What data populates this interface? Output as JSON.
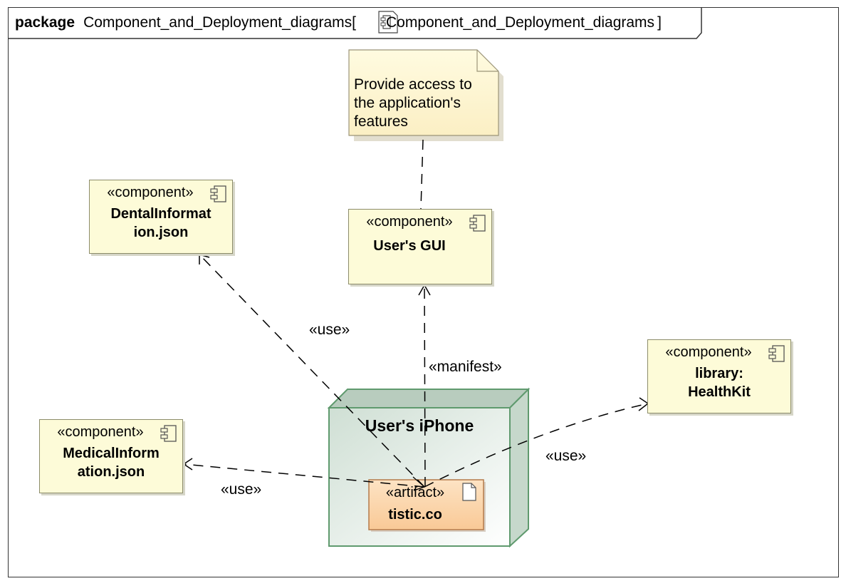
{
  "frame": {
    "keyword": "package",
    "name": "Component_and_Deployment_diagrams",
    "diagram_name": "Component_and_Deployment_diagrams",
    "bracket_open": "[",
    "bracket_close": "]"
  },
  "note": {
    "lines": [
      "Provide access to",
      "the application's",
      "features"
    ]
  },
  "components": {
    "dental": {
      "stereotype": "«component»",
      "name_lines": [
        "DentalInformat",
        "ion.json"
      ]
    },
    "gui": {
      "stereotype": "«component»",
      "name_lines": [
        "User's GUI"
      ]
    },
    "medical": {
      "stereotype": "«component»",
      "name_lines": [
        "MedicalInform",
        "ation.json"
      ]
    },
    "healthkit": {
      "stereotype": "«component»",
      "name_lines": [
        "library:",
        "HealthKit"
      ]
    }
  },
  "node": {
    "name": "User's iPhone"
  },
  "artifact": {
    "stereotype": "«artifact»",
    "name": "tistic.co"
  },
  "relations": {
    "use_dental": "«use»",
    "manifest": "«manifest»",
    "use_healthkit": "«use»",
    "use_medical": "«use»"
  },
  "colors": {
    "component_fill": "#fdfbd8",
    "note_fill": "#fdf5d0",
    "node_fill": "#dde8e0",
    "node_border": "#5f9a6e",
    "artifact_fill": "#fcd7b0"
  }
}
